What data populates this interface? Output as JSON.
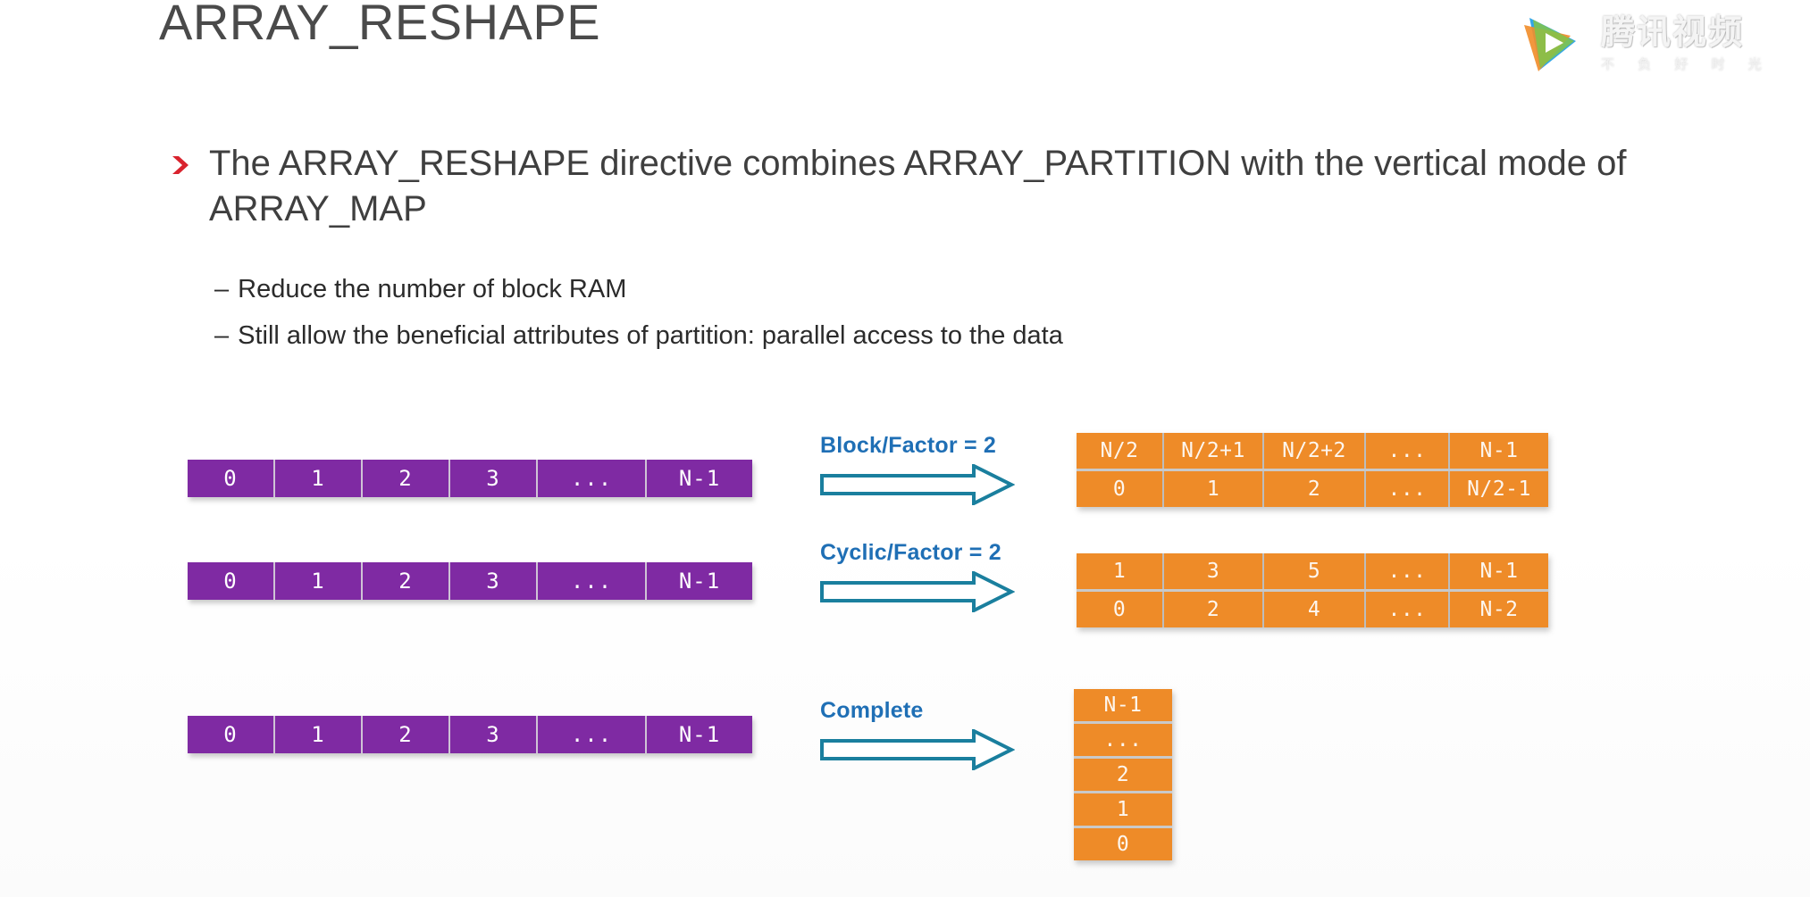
{
  "slide": {
    "title": "ARRAY_RESHAPE",
    "bullet_main": "The ARRAY_RESHAPE directive combines ARRAY_PARTITION with the vertical mode of ARRAY_MAP",
    "bullet_marker": "chevron-right",
    "sub_bullets": [
      {
        "dash": "–",
        "text": "Reduce the number of block RAM"
      },
      {
        "dash": "–",
        "text": "Still allow the beneficial attributes of partition: parallel access to the data"
      }
    ]
  },
  "watermark": {
    "brand": "腾讯视频",
    "tagline": "不 负 好 时 光",
    "logo_icon": "play-triangle-icon"
  },
  "colors": {
    "source_array": "#7F2AA3",
    "target_array": "#EE8B28",
    "arrow": "#1a7f9e",
    "arrow_label": "#1f6fb5",
    "bullet_marker": "#d9232e",
    "title_text": "#4a4a4a"
  },
  "diagram": {
    "source_array_cells": [
      "0",
      "1",
      "2",
      "3",
      "...",
      "N-1"
    ],
    "rows": [
      {
        "id": "block",
        "arrow_label": "Block/Factor = 2",
        "target_type": "grid",
        "target_rows": [
          [
            "N/2",
            "N/2+1",
            "N/2+2",
            "...",
            "N-1"
          ],
          [
            "0",
            "1",
            "2",
            "...",
            "N/2-1"
          ]
        ]
      },
      {
        "id": "cyclic",
        "arrow_label": "Cyclic/Factor = 2",
        "target_type": "grid",
        "target_rows": [
          [
            "1",
            "3",
            "5",
            "...",
            "N-1"
          ],
          [
            "0",
            "2",
            "4",
            "...",
            "N-2"
          ]
        ]
      },
      {
        "id": "complete",
        "arrow_label": "Complete",
        "target_type": "column",
        "target_column": [
          "N-1",
          "...",
          "2",
          "1",
          "0"
        ]
      }
    ]
  }
}
